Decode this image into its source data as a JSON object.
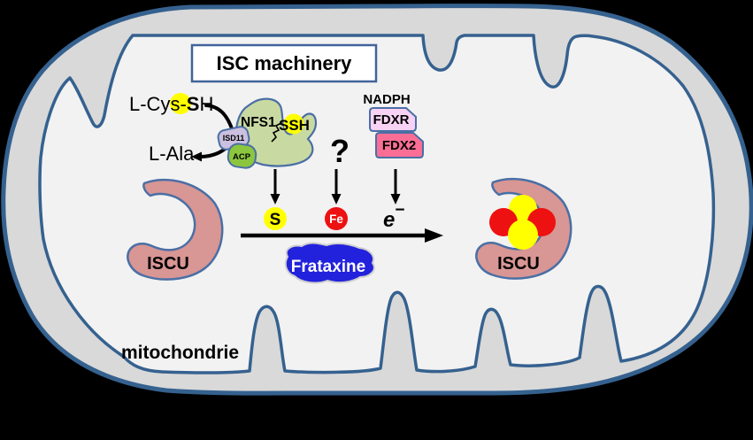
{
  "diagram": {
    "title": "ISC machinery",
    "compartment": "mitochondrie",
    "cysteine": {
      "prefix": "L-Cys-",
      "sulfur": "S",
      "suffix": "H"
    },
    "alanine": "L-Ala",
    "complex": {
      "nfs1": "NFS1",
      "isd11": "ISD11",
      "acp": "ACP",
      "persulfide": "SSH"
    },
    "electron_donors": {
      "nadph": "NADPH",
      "fdxr": "FDXR",
      "fdx2": "FDX2"
    },
    "iron_source_unknown": "?",
    "transfers": {
      "sulfur": "S",
      "iron": "Fe",
      "electron_base": "e",
      "electron_sup": "−"
    },
    "frataxin": "Frataxine",
    "scaffold": {
      "left": "ISCU",
      "right": "ISCU"
    },
    "colors": {
      "membrane": "#35618F",
      "intermembrane_fill": "#D9D9D9",
      "matrix_fill": "#F2F2F2",
      "title_box_fill": "#FFFFFF",
      "title_box_border": "#41639C",
      "nfs1_fill": "#C9D9A2",
      "acp_fill": "#8CC63F",
      "isd11_fill": "#CBC0DF",
      "sulfur_yellow": "#FFFF00",
      "iron_red": "#EE1111",
      "fdxr_fill": "#F8D2F4",
      "fdx2_fill": "#FA6E96",
      "frataxin_fill": "#2222DD",
      "iscu_fill": "#D89694",
      "arrow_black": "#000000"
    }
  }
}
